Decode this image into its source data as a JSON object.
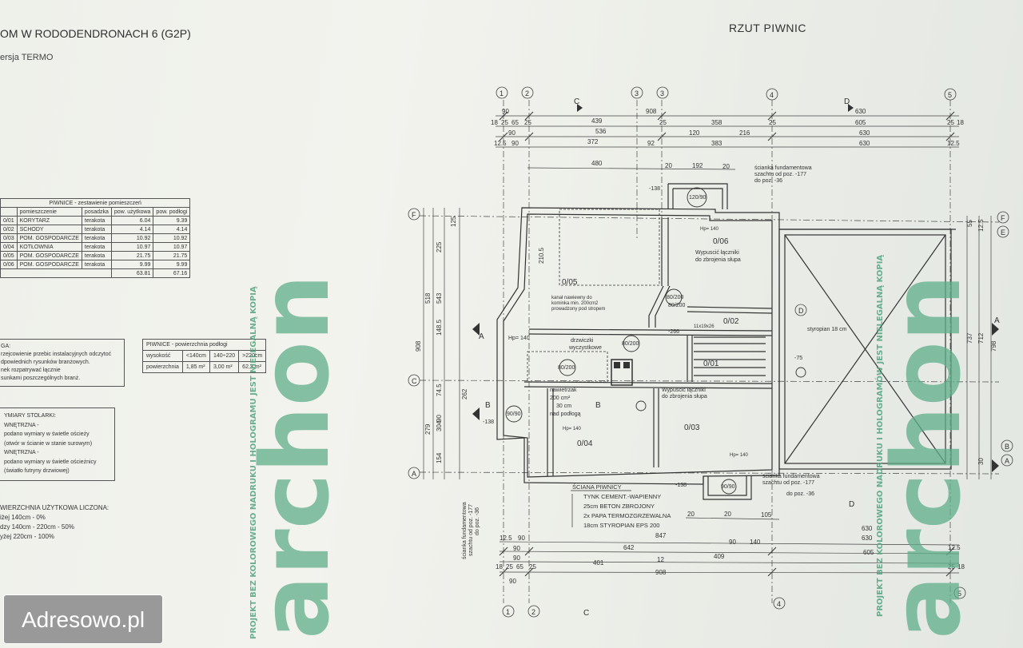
{
  "header": {
    "project_title": "OM W RODODENDRONACH 6 (G2P)",
    "project_version": "ersja TERMO",
    "sheet_title": "RZUT PIWNIC"
  },
  "room_table": {
    "caption": "PIWNICE  -  zestawienie pomieszczeń",
    "headers": [
      "pomieszczenie",
      "posadzka",
      "pow. użytkowa",
      "pow. podłogi"
    ],
    "rows": [
      [
        "0/01",
        "KORYTARZ",
        "terakota",
        "6.04",
        "9.39"
      ],
      [
        "0/02",
        "SCHODY",
        "terakota",
        "4.14",
        "4.14"
      ],
      [
        "0/03",
        "POM. GOSPODARCZE",
        "terakota",
        "10.92",
        "10.92"
      ],
      [
        "0/04",
        "KOTŁOWNIA",
        "terakota",
        "10.97",
        "10.97"
      ],
      [
        "0/05",
        "POM. GOSPODARCZE",
        "terakota",
        "21.75",
        "21.75"
      ],
      [
        "0/06",
        "POM. GOSPODARCZE",
        "terakota",
        "9.99",
        "9.99"
      ]
    ],
    "totals": [
      "63.81",
      "67.16"
    ]
  },
  "height_table": {
    "title": "PIWNICE - powierzchnia podłogi",
    "row1": [
      "wysokość",
      "<140cm",
      "140÷220",
      ">220cm"
    ],
    "row2": [
      "powierzchnia",
      "1,85 m²",
      "3,00 m²",
      "62,3 m²"
    ]
  },
  "notes": [
    "GA:",
    "rzejcowienie przebic instalacyjnych odczytoć",
    "dpowiednich rysunków branżowych.",
    "nek rozpatrywać łącznie",
    "sunkami poszczególnych branż."
  ],
  "stolarka": [
    "YMIARY STOLARKI:",
    "WNĘTRZNA -",
    "podano wymiary w świetle ościeży",
    "(otwór w ścianie w stanie surowym)",
    "WNĘTRZNA -",
    "podano wymiary w świetle ościeżnicy",
    "(światło futryny drzwiowej)"
  ],
  "area_notes": [
    "WIERZCHNIA  UŻYTKOWA  LICZONA:",
    "iżej 140cm - 0%",
    "dzy 140cm - 220cm  - 50%",
    "yżej 220cm - 100%"
  ],
  "plan": {
    "axes_top": [
      "1",
      "2",
      "3",
      "3",
      "4",
      "5"
    ],
    "axes_bottom": [
      "1",
      "2",
      "4",
      "5"
    ],
    "axes_left": [
      "F",
      "C",
      "A"
    ],
    "axes_right": [
      "F",
      "E",
      "D",
      "B",
      "A"
    ],
    "section_marks": [
      "C",
      "D",
      "A",
      "A",
      "B",
      "B",
      "C",
      "D"
    ],
    "dim_top": {
      "row1": [
        "90",
        "908",
        "630"
      ],
      "row2": [
        "18",
        "25",
        "65",
        "25",
        "439",
        "25",
        "358",
        "25",
        "605",
        "25",
        "18"
      ],
      "row3": [
        "90",
        "536",
        "120",
        "216",
        "630"
      ],
      "row4": [
        "12.5",
        "90",
        "372",
        "92",
        "383",
        "630",
        "12.5"
      ],
      "row5": [
        "480",
        "20",
        "192",
        "20"
      ]
    },
    "dim_bottom": {
      "row1": [
        "12.5",
        "90",
        "847",
        "630",
        "12.5"
      ],
      "row2": [
        "90",
        "642",
        "90",
        "140",
        "630"
      ],
      "row3": [
        "90",
        "401",
        "12",
        "409",
        "605"
      ],
      "row4": [
        "18",
        "25",
        "65",
        "25",
        "908",
        "25",
        "18"
      ],
      "row5": [
        "90",
        "20",
        "20",
        "105"
      ]
    },
    "dim_left": [
      "518",
      "543",
      "908",
      "279",
      "304",
      "262",
      "225",
      "210.5",
      "148.5",
      "74.5",
      "154",
      "90",
      "125"
    ],
    "dim_right": [
      "737",
      "712",
      "798",
      "55",
      "12.5",
      "30"
    ],
    "rooms": [
      {
        "id": "0/05",
        "detail": [
          "kanał nawiewny do",
          "kominka min. 200cm2",
          "prowadzony pod stropem"
        ]
      },
      {
        "id": "0/06",
        "detail": [
          "Hp= 140"
        ]
      },
      {
        "id": "0/02",
        "detail": [
          "11x19x26"
        ]
      },
      {
        "id": "0/01",
        "detail": []
      },
      {
        "id": "0/04",
        "detail": [
          "Hp= 140"
        ]
      },
      {
        "id": "0/03",
        "detail": [
          "Hp= 140"
        ]
      }
    ],
    "labels": {
      "wypuscic1": "Wypuscić łączniki",
      "wypuscic1b": "do zbrojenia słupa",
      "wypuscic2": "Wypuscić łączniki",
      "wypuscic2b": "do zbrojenia słupa",
      "drzwiczki": "drzwiczki",
      "drzwiczki2": "wyczystkowe",
      "nawietrzak": "nawietrzak",
      "nawietrzak2": "200 cm²",
      "nawietrzak3": "30 cm",
      "nawietrzak4": "nad podłogą",
      "styropian": "styropian 18 cm",
      "hp140": "Hp= 140",
      "lvl138a": "-138",
      "lvl138b": "-138",
      "lvl138c": "-138",
      "lvl266": "-266",
      "lvl75": "-75",
      "fund1": "ścianka fundamentowa",
      "fund1b": "szachtu od poz. -177",
      "fund1c": "do poz. -36",
      "fund2": "ścianka fundamentowa",
      "fund2b": "szachtu od poz. -177",
      "fund2c": "do poz. -36",
      "fund3": "ścianka fundamentowa",
      "fund3b": "szachtu od poz. -177",
      "fund3c": "do poz. -36"
    },
    "wall_legend": {
      "title": "ŚCIANA PIWNICY",
      "lines": [
        "TYNK CEMENT.-WAPIENNY",
        "25cm BETON ZBROJONY",
        "2x PAPA TERMOZGRZEWALNA",
        "18cm STYROPIAN EPS 200"
      ]
    },
    "openings": [
      "120/90",
      "80/200",
      "80/200",
      "80/200",
      "90/90",
      "90/90",
      "80/200"
    ]
  },
  "watermark": {
    "logo": "archon",
    "logo2": "archon",
    "text": "PROJEKT BEZ KOLOROWEGO NADRUKU I HOLOGRAMU JEST NIELEGALNĄ KOPIĄ",
    "text2": "PROJEKT BEZ KOLOROWEGO NADRUKU I HOLOGRAMÓW JEST NIELEGALNĄ KOPIĄ"
  },
  "badge": "Adresowo.pl",
  "colors": {
    "watermark": "#5fae8a",
    "ink": "#333333",
    "paper": "#eef0ea",
    "badge_bg": "#999999"
  }
}
